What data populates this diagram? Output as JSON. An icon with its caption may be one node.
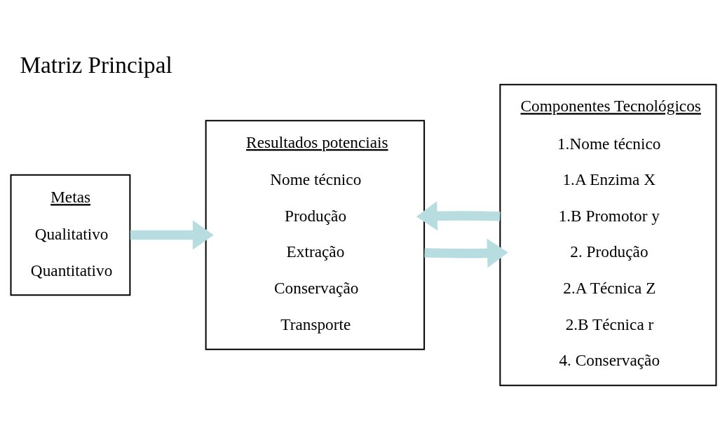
{
  "diagram": {
    "title": "Matriz Principal",
    "nodes": [
      {
        "text": [
          "Metas",
          "Qualitativo",
          "Quantitativo"
        ]
      },
      {
        "text": [
          "Resultados potenciais",
          "Nome técnico",
          "Produção",
          "Extração",
          "Conservação",
          "Transporte"
        ]
      },
      {
        "text": [
          "Componentes Tecnológicos",
          "1.Nome técnico",
          "1.A Enzima X",
          "1.B Promotor y",
          "2. Produção",
          "2.A Técnica Z",
          "2.B Técnica r",
          "4. Conservação"
        ]
      }
    ],
    "edges": [
      {
        "from": 0,
        "to": 1,
        "arrow": "to"
      },
      {
        "from": 1,
        "to": 2,
        "arrow": "to"
      },
      {
        "from": 2,
        "to": 1,
        "arrow": "to"
      }
    ]
  }
}
